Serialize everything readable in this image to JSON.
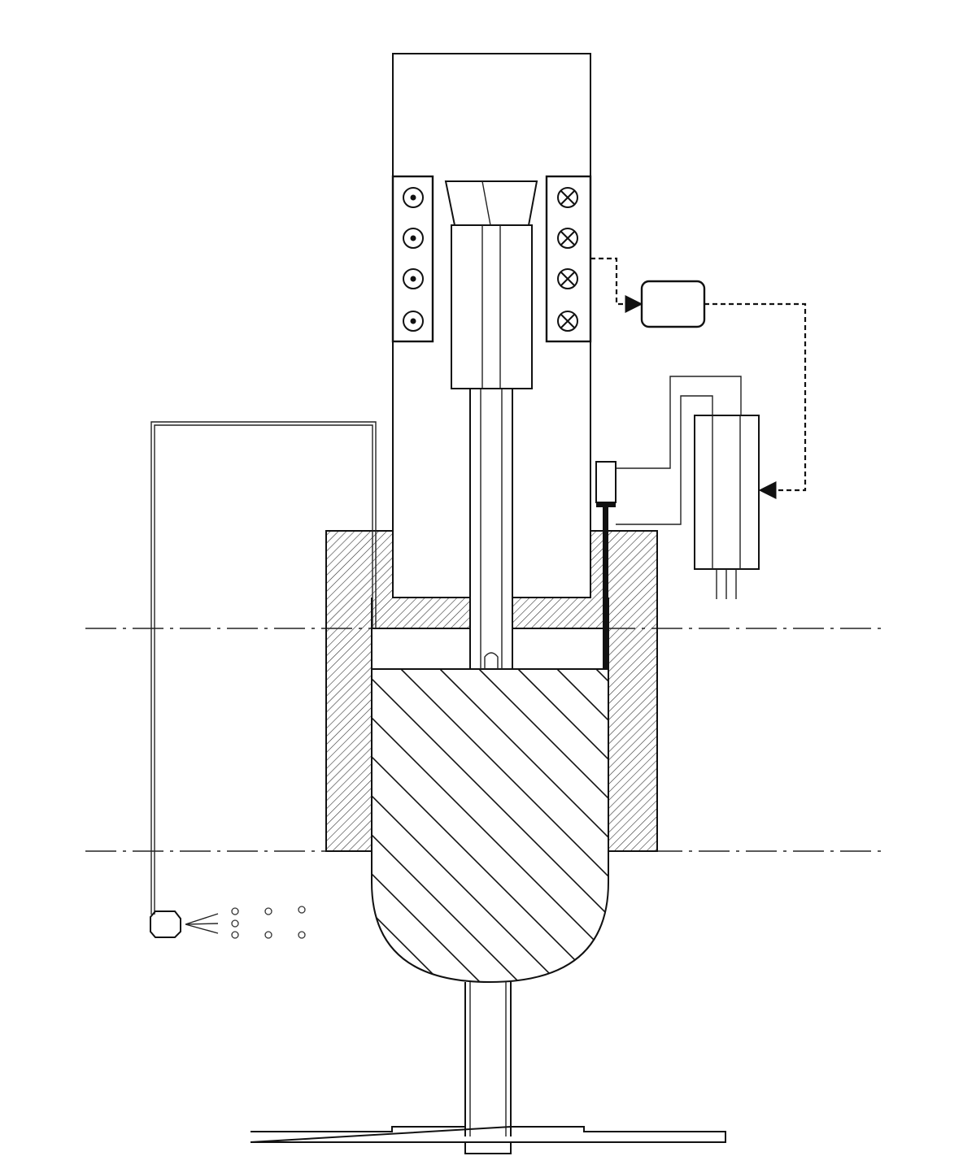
{
  "figure": {
    "background": "#ffffff",
    "line_color": "#111111",
    "hatch_color": "#333333",
    "components": [
      "induction-coil-left",
      "induction-coil-right",
      "controller-box",
      "power-unit",
      "sensor-probe",
      "nozzle-head",
      "crucible-body",
      "mold-housing",
      "stirring-shaft",
      "base-plate"
    ],
    "coil_left_symbols": [
      "dot",
      "dot",
      "dot",
      "dot"
    ],
    "coil_right_symbols": [
      "cross",
      "cross",
      "cross",
      "cross"
    ]
  }
}
